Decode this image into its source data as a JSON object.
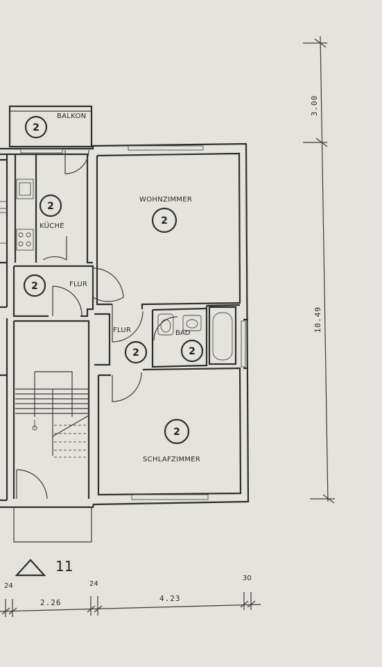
{
  "rooms": {
    "balkon": {
      "label": "BALKON",
      "number": "2"
    },
    "kueche": {
      "label": "KÜCHE",
      "number": "2"
    },
    "wohnzimmer": {
      "label": "WOHNZIMMER",
      "number": "2"
    },
    "flur_1": {
      "label": "FLUR",
      "number": "2"
    },
    "flur_2": {
      "label": "FLUR",
      "number": "2"
    },
    "bad": {
      "label": "BAD",
      "number": "2"
    },
    "schlafzimmer": {
      "label": "SCHLAFZIMMER",
      "number": "2"
    }
  },
  "dimensions": {
    "vertical_top": "3.00",
    "vertical_main": "10.49",
    "bottom_left_wall": "24",
    "bottom_left_room": "2.26",
    "bottom_mid_wall": "24",
    "bottom_right_room": "4.23",
    "bottom_right_wall": "30"
  },
  "reference": {
    "number": "11"
  }
}
